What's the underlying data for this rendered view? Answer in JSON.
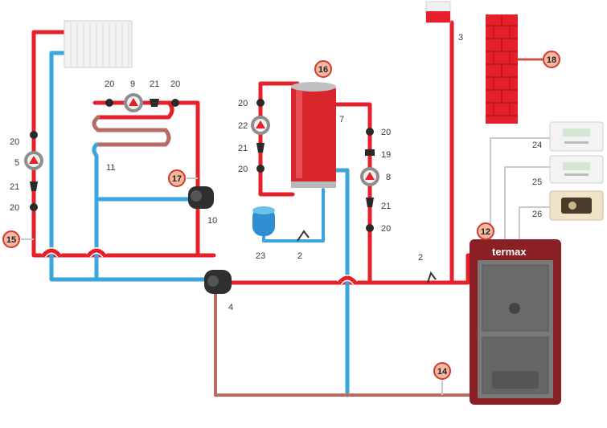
{
  "colors": {
    "supply": "#e5202a",
    "return": "#3aa6dc",
    "mixed": "#b86b62",
    "boiler_body": "#8a1f25",
    "boiler_panel": "#6e6e6e",
    "callout_fill": "#f6b9a0",
    "callout_stroke": "#d23a2c",
    "brick": "#e5202a"
  },
  "labels": {
    "n20_a": "20",
    "n9": "9",
    "n21_a": "21",
    "n20_b": "20",
    "n20_c": "20",
    "n5": "5",
    "n21_b": "21",
    "n20_d": "20",
    "n11": "11",
    "n10": "10",
    "n4": "4",
    "n20_e": "20",
    "n22": "22",
    "n21_c": "21",
    "n20_f": "20",
    "n7": "7",
    "n23": "23",
    "n2_a": "2",
    "n20_g": "20",
    "n19": "19",
    "n8": "8",
    "n21_d": "21",
    "n20_h": "20",
    "n2_b": "2",
    "n3": "3",
    "n24": "24",
    "n25": "25",
    "n26": "26"
  },
  "callouts": {
    "c15": "15",
    "c16": "16",
    "c17": "17",
    "c18": "18",
    "c12": "12",
    "c14": "14"
  },
  "boiler": {
    "brand": "termax"
  },
  "icons": {
    "radiator": "radiator-icon",
    "pump": "pump-icon",
    "valve": "ball-valve-icon",
    "check_valve": "check-valve-icon",
    "mixing_valve": "three-way-valve-icon",
    "tank": "hot-water-tank-icon",
    "expansion_vessel": "expansion-vessel-icon",
    "chimney": "chimney-icon",
    "thermostat": "thermostat-icon",
    "boiler": "boiler-icon"
  }
}
